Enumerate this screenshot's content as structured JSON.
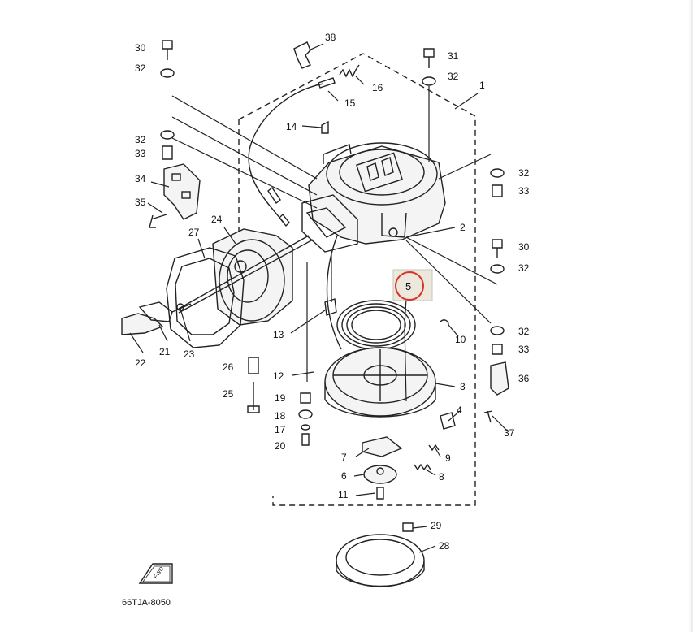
{
  "diagram_code": "66TJA-8050",
  "fwd_mark": "FWD",
  "highlighted_part": "5",
  "colors": {
    "highlight_circle": "#d9302b",
    "highlight_box": "#ece9dc",
    "ink": "#222222"
  },
  "callouts": {
    "c1": "1",
    "c2": "2",
    "c3": "3",
    "c4": "4",
    "c5": "5",
    "c6": "6",
    "c7": "7",
    "c8": "8",
    "c9": "9",
    "c10": "10",
    "c11": "11",
    "c12": "12",
    "c13": "13",
    "c14": "14",
    "c15": "15",
    "c16": "16",
    "c17": "17",
    "c18": "18",
    "c19": "19",
    "c20": "20",
    "c21": "21",
    "c22": "22",
    "c23": "23",
    "c24": "24",
    "c25": "25",
    "c26": "26",
    "c27": "27",
    "c28": "28",
    "c29": "29",
    "c30a": "30",
    "c30b": "30",
    "c31": "31",
    "c32a": "32",
    "c32b": "32",
    "c32c": "32",
    "c32d": "32",
    "c32e": "32",
    "c32f": "32",
    "c33a": "33",
    "c33b": "33",
    "c33c": "33",
    "c34": "34",
    "c35": "35",
    "c36": "36",
    "c37": "37",
    "c38": "38"
  }
}
